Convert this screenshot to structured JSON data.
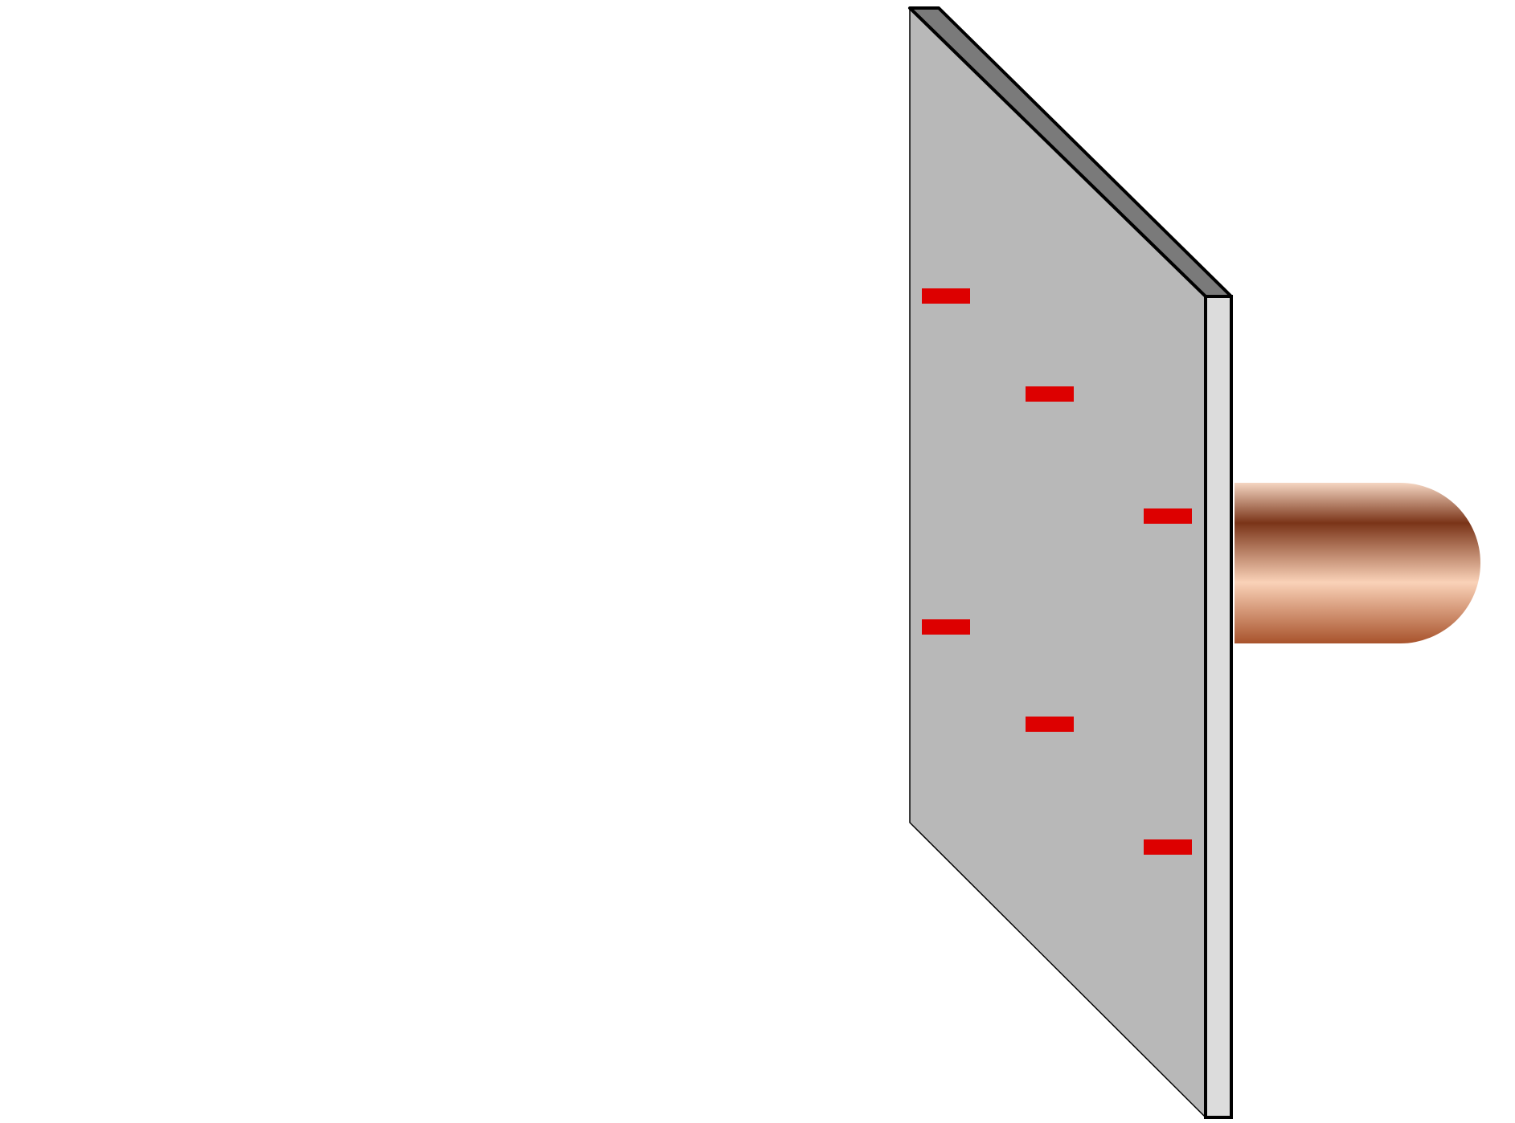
{
  "diagram": {
    "plate": {
      "face_color": "#b8b8b8",
      "top_edge_color": "#7a7a7a",
      "side_edge_color": "#dcdcdc",
      "outline_color": "#000000"
    },
    "charges": {
      "sign": "negative",
      "count": 6,
      "color": "#dd0000"
    },
    "rod": {
      "material": "copper",
      "colors": [
        "#f5d6c2",
        "#7a3418",
        "#fad2b8",
        "#a8532c"
      ]
    }
  }
}
